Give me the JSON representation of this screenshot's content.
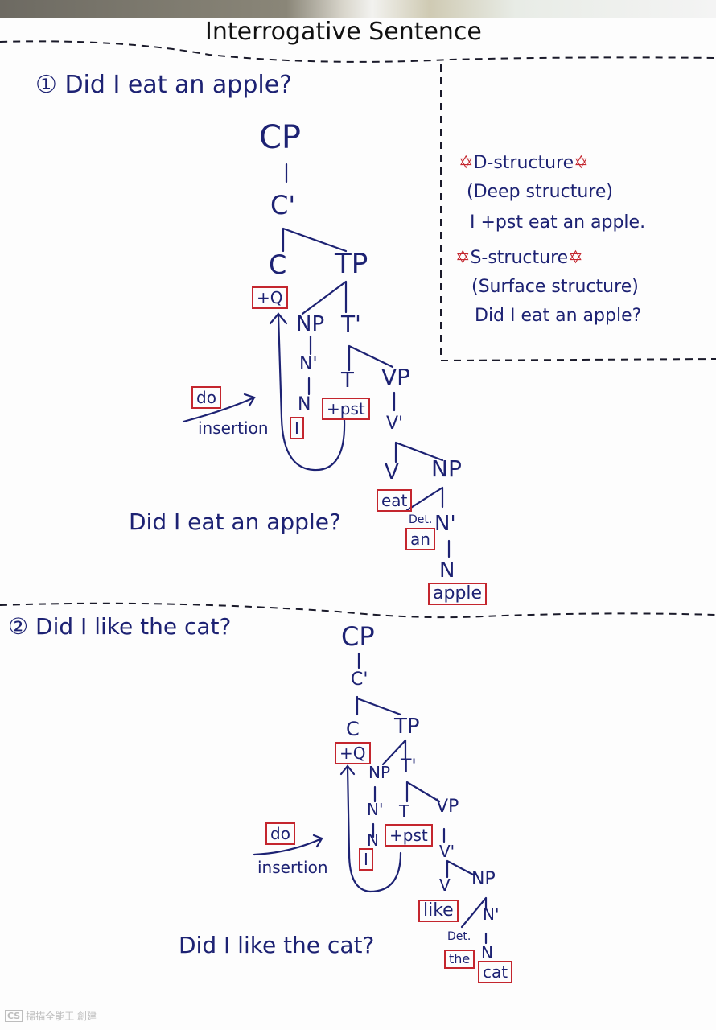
{
  "title": "Interrogative Sentence",
  "example1": {
    "number": "①",
    "question": "Did I eat an apple?",
    "tree": {
      "nodes": [
        "CP",
        "C'",
        "C",
        "TP",
        "NP",
        "T'",
        "N'",
        "T",
        "VP",
        "N",
        "V'",
        "V",
        "NP",
        "Det.",
        "N'",
        "N"
      ],
      "boxes": {
        "q": "+Q",
        "subject": "I",
        "tense": "+pst",
        "verb": "eat",
        "det": "an",
        "noun": "apple",
        "inserted": "do"
      },
      "insertion_label": "insertion"
    },
    "surface": "Did I eat an apple?"
  },
  "notes": {
    "d_structure_heading": "D-structure",
    "d_structure_sub": "(Deep structure)",
    "d_structure_sentence": "I +pst eat an apple.",
    "s_structure_heading": "S-structure",
    "s_structure_sub": "(Surface structure)",
    "s_structure_sentence": "Did I eat an apple?",
    "star_icon": "✡"
  },
  "example2": {
    "number": "②",
    "question": "Did I like the cat?",
    "tree": {
      "nodes": [
        "CP",
        "C'",
        "C",
        "TP",
        "NP",
        "T'",
        "N'",
        "T",
        "VP",
        "N",
        "V'",
        "V",
        "NP",
        "Det.",
        "N'",
        "N"
      ],
      "boxes": {
        "q": "+Q",
        "subject": "I",
        "tense": "+pst",
        "verb": "like",
        "det": "the",
        "noun": "cat",
        "inserted": "do"
      },
      "insertion_label": "insertion"
    },
    "surface": "Did I like the cat?"
  },
  "watermark": {
    "badge": "CS",
    "text": "掃描全能王 創建"
  }
}
